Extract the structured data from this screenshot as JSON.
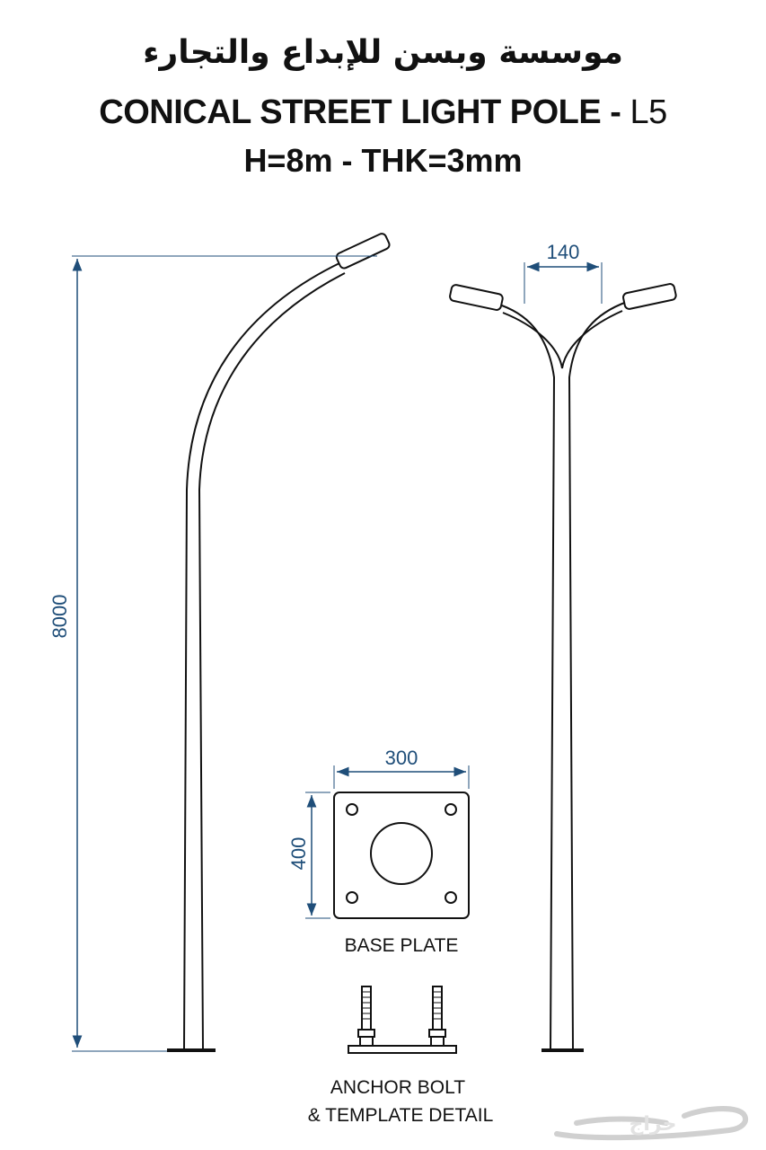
{
  "header": {
    "title_ar": "موسسة وبسن للإبداع والتجارء",
    "title_en_main": "CONICAL STREET LIGHT POLE - ",
    "title_en_suffix": "L5",
    "subtitle": "H=8m - THK=3mm"
  },
  "dimensions": {
    "pole_height": "8000",
    "arm_spacing": "140",
    "base_width": "300",
    "base_height": "400"
  },
  "labels": {
    "base_plate": "BASE PLATE",
    "anchor_line1": "ANCHOR BOLT",
    "anchor_line2": "& TEMPLATE DETAIL"
  },
  "watermark": {
    "text": "حراج"
  },
  "colors": {
    "dimension": "#1f4e79",
    "line": "#111111"
  }
}
